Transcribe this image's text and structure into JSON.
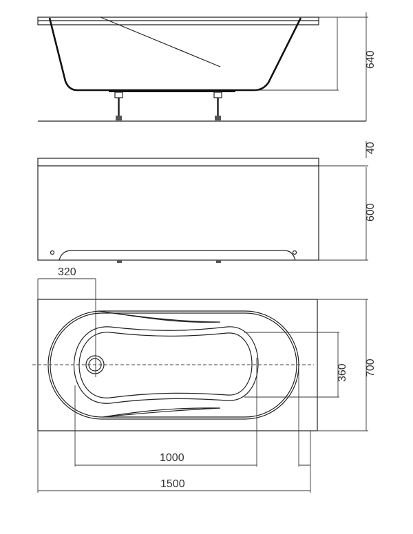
{
  "drawing": {
    "side_view": {
      "height_label": "640"
    },
    "front_view": {
      "rim_label": "40",
      "panel_height_label": "600"
    },
    "top_view": {
      "drain_offset_label": "320",
      "inner_width_label": "360",
      "total_width_label": "700",
      "inner_length_label": "1000",
      "total_length_label": "1500"
    },
    "colors": {
      "line": "#222222",
      "background": "#ffffff"
    }
  }
}
